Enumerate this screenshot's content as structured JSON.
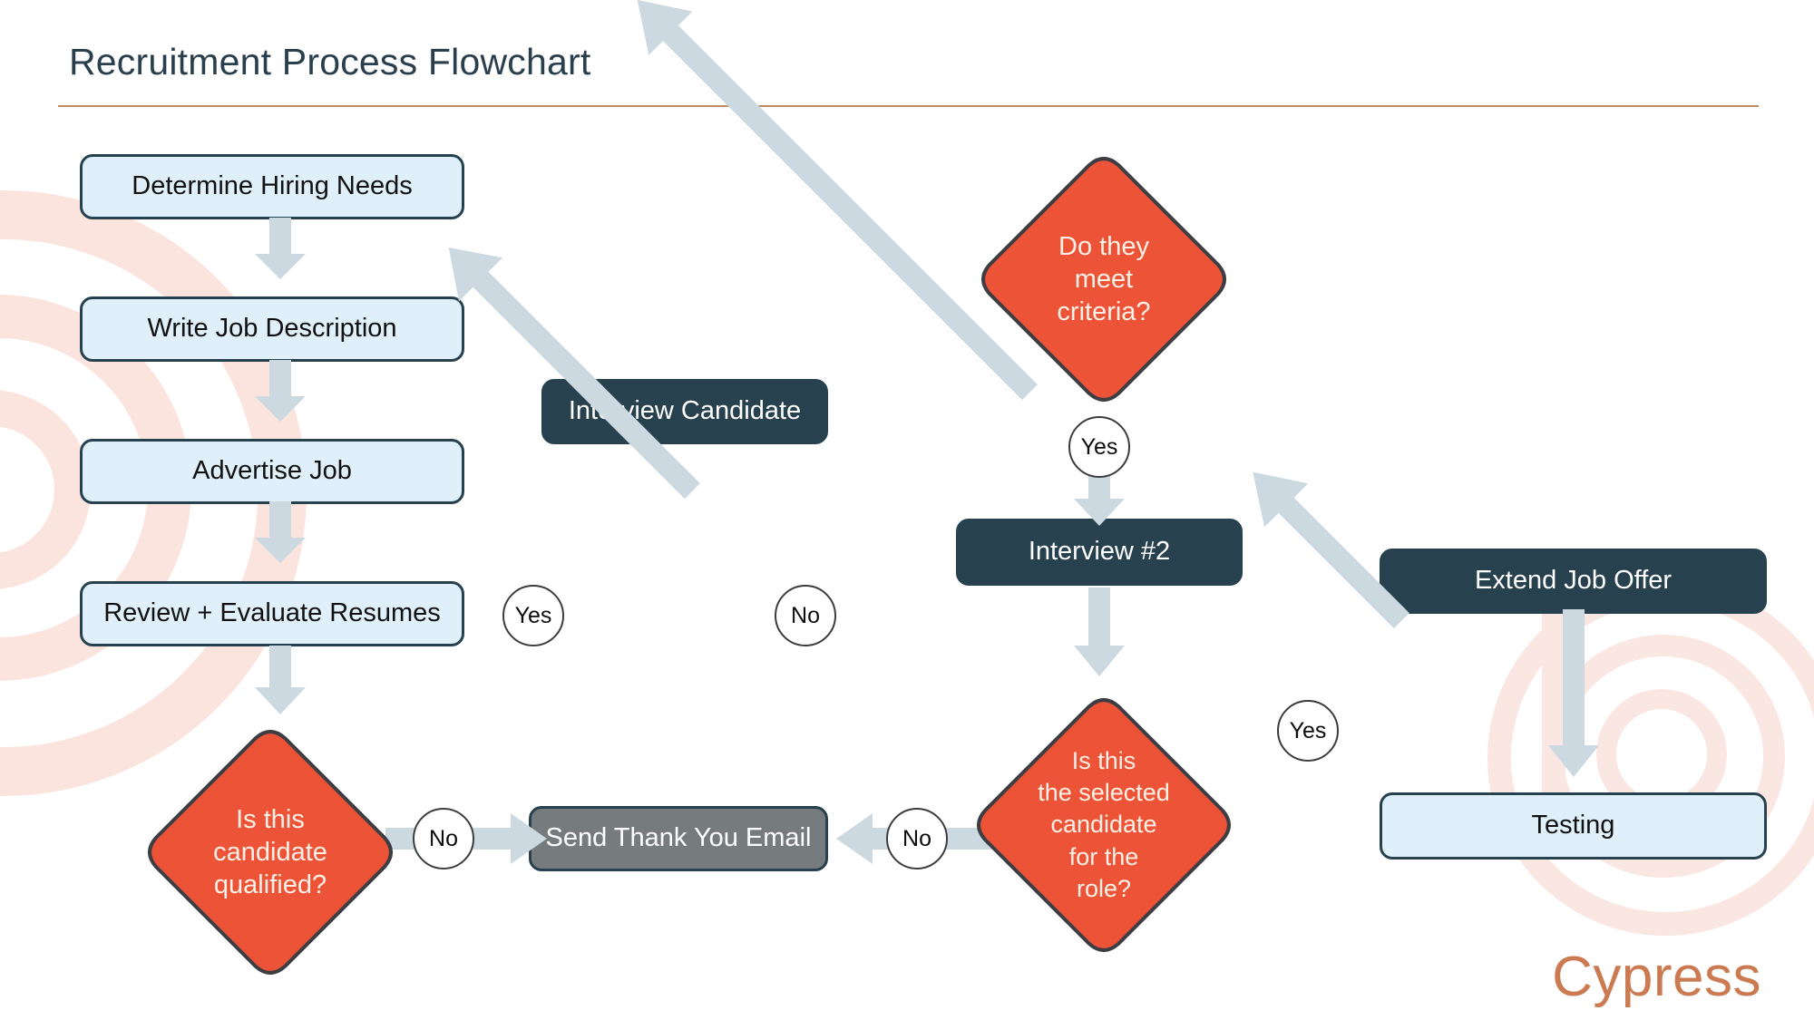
{
  "header": {
    "title": "Recruitment Process Flowchart",
    "rule_color": "#c08a63"
  },
  "brand": {
    "name": "Cypress",
    "color": "#cb7a52"
  },
  "palette": {
    "process_fill": "#dff0fb",
    "process_border": "#28414f",
    "emphasis_fill": "#28414f",
    "terminal_fill": "#767b7e",
    "decision_fill": "#ec5337",
    "decision_border": "#3d3d44",
    "arrow_fill": "#ccd9e1",
    "title_text": "#2a3f4d"
  },
  "chart_data": {
    "type": "flowchart",
    "title": "Recruitment Process Flowchart",
    "nodes": [
      {
        "id": "determine-hiring-needs",
        "label": "Determine Hiring Needs",
        "shape": "rounded-rect",
        "style": "light"
      },
      {
        "id": "write-job-description",
        "label": "Write Job Description",
        "shape": "rounded-rect",
        "style": "light"
      },
      {
        "id": "advertise-job",
        "label": "Advertise Job",
        "shape": "rounded-rect",
        "style": "light"
      },
      {
        "id": "review-evaluate-resumes",
        "label": "Review + Evaluate Resumes",
        "shape": "rounded-rect",
        "style": "light"
      },
      {
        "id": "is-candidate-qualified",
        "label": "Is this\ncandidate\nqualified?",
        "shape": "diamond",
        "style": "decision"
      },
      {
        "id": "interview-candidate",
        "label": "Interview Candidate",
        "shape": "rounded-rect",
        "style": "dark"
      },
      {
        "id": "do-they-meet-criteria",
        "label": "Do they\nmeet\ncriteria?",
        "shape": "diamond",
        "style": "decision"
      },
      {
        "id": "interview-2",
        "label": "Interview #2",
        "shape": "rounded-rect",
        "style": "dark"
      },
      {
        "id": "is-selected-candidate",
        "label": "Is this\nthe selected\ncandidate\nfor the\nrole?",
        "shape": "diamond",
        "style": "decision"
      },
      {
        "id": "send-thank-you-email",
        "label": "Send Thank You Email",
        "shape": "rounded-rect",
        "style": "gray"
      },
      {
        "id": "extend-job-offer",
        "label": "Extend Job Offer",
        "shape": "rounded-rect",
        "style": "dark"
      },
      {
        "id": "testing",
        "label": "Testing",
        "shape": "rounded-rect",
        "style": "light"
      }
    ],
    "edges": [
      {
        "from": "determine-hiring-needs",
        "to": "write-job-description",
        "label": "",
        "direction": "down"
      },
      {
        "from": "write-job-description",
        "to": "advertise-job",
        "label": "",
        "direction": "down"
      },
      {
        "from": "advertise-job",
        "to": "review-evaluate-resumes",
        "label": "",
        "direction": "down"
      },
      {
        "from": "review-evaluate-resumes",
        "to": "is-candidate-qualified",
        "label": "",
        "direction": "down"
      },
      {
        "from": "is-candidate-qualified",
        "to": "interview-candidate",
        "label": "Yes",
        "direction": "up-right"
      },
      {
        "from": "is-candidate-qualified",
        "to": "send-thank-you-email",
        "label": "No",
        "direction": "right"
      },
      {
        "from": "do-they-meet-criteria",
        "to": "send-thank-you-email",
        "label": "No",
        "direction": "down-left"
      },
      {
        "from": "do-they-meet-criteria",
        "to": "interview-2",
        "label": "Yes",
        "direction": "down"
      },
      {
        "from": "interview-2",
        "to": "is-selected-candidate",
        "label": "",
        "direction": "down"
      },
      {
        "from": "is-selected-candidate",
        "to": "send-thank-you-email",
        "label": "No",
        "direction": "left"
      },
      {
        "from": "is-selected-candidate",
        "to": "extend-job-offer",
        "label": "Yes",
        "direction": "up-right"
      },
      {
        "from": "extend-job-offer",
        "to": "testing",
        "label": "",
        "direction": "down"
      }
    ],
    "edge_labels": [
      "Yes",
      "No",
      "No",
      "Yes",
      "No",
      "Yes"
    ]
  },
  "nodes": {
    "determine_hiring_needs": "Determine Hiring Needs",
    "write_job_description": "Write Job Description",
    "advertise_job": "Advertise Job",
    "review_evaluate_resumes": "Review + Evaluate Resumes",
    "is_candidate_qualified": "Is this\ncandidate\nqualified?",
    "interview_candidate": "Interview Candidate",
    "do_they_meet_criteria": "Do they\nmeet\ncriteria?",
    "interview_2": "Interview #2",
    "is_selected_candidate": "Is this\nthe selected\ncandidate\nfor the\nrole?",
    "send_thank_you_email": "Send Thank You Email",
    "extend_job_offer": "Extend Job Offer",
    "testing": "Testing"
  },
  "labels": {
    "yes_qualified": "Yes",
    "no_qualified": "No",
    "no_criteria": "No",
    "yes_criteria": "Yes",
    "no_selected": "No",
    "yes_selected": "Yes"
  }
}
